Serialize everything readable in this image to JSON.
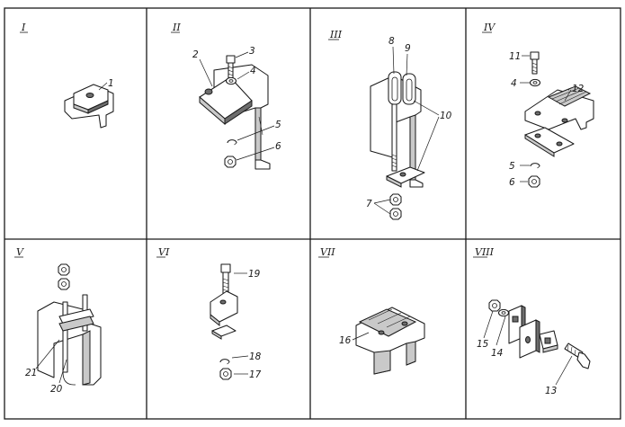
{
  "panels": [
    {
      "numeral": "I",
      "callouts": [
        "1"
      ]
    },
    {
      "numeral": "II",
      "callouts": [
        "2",
        "3",
        "4",
        "5",
        "6"
      ]
    },
    {
      "numeral": "III",
      "callouts": [
        "8",
        "9",
        "10",
        "7"
      ]
    },
    {
      "numeral": "IV",
      "callouts": [
        "11",
        "4",
        "12",
        "5",
        "6"
      ]
    },
    {
      "numeral": "V",
      "callouts": [
        "21",
        "20"
      ]
    },
    {
      "numeral": "VI",
      "callouts": [
        "19",
        "18",
        "17"
      ]
    },
    {
      "numeral": "VII",
      "callouts": [
        "16"
      ]
    },
    {
      "numeral": "VIII",
      "callouts": [
        "15",
        "14",
        "13"
      ]
    }
  ]
}
